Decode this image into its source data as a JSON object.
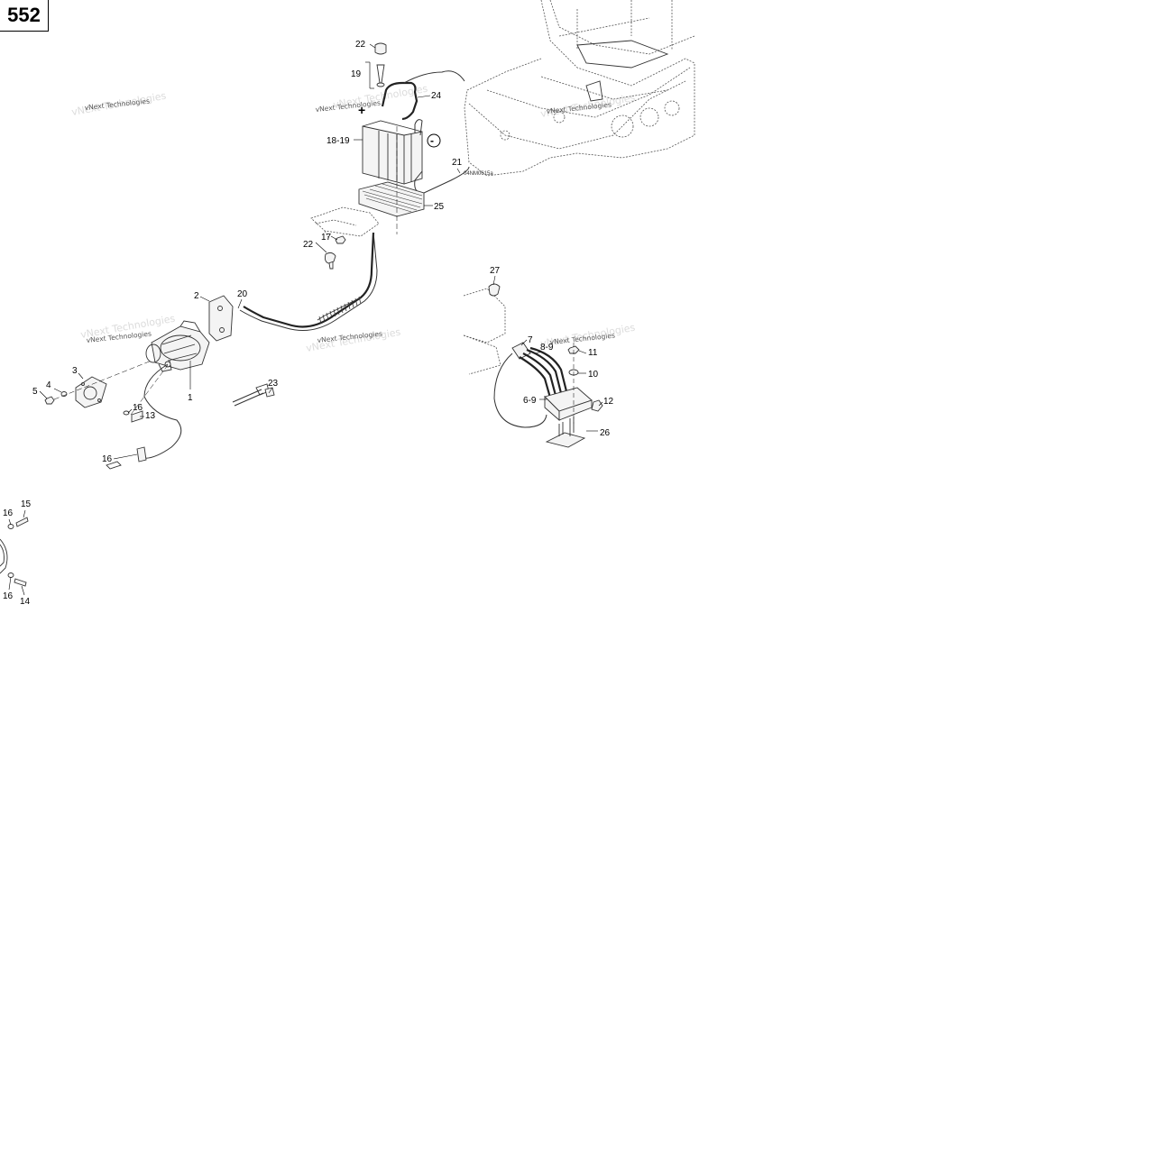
{
  "page_number": "552",
  "figure_code": "04NM0615a",
  "watermark_text": "vNext Technologies",
  "terminal_symbols": {
    "positive": "+",
    "negative": "-"
  },
  "callouts": [
    {
      "id": "c22a",
      "label": "22"
    },
    {
      "id": "c19",
      "label": "19"
    },
    {
      "id": "c24",
      "label": "24"
    },
    {
      "id": "c18-19",
      "label": "18-19"
    },
    {
      "id": "c21",
      "label": "21"
    },
    {
      "id": "c25",
      "label": "25"
    },
    {
      "id": "c17",
      "label": "17"
    },
    {
      "id": "c22b",
      "label": "22"
    },
    {
      "id": "c2",
      "label": "2"
    },
    {
      "id": "c20",
      "label": "20"
    },
    {
      "id": "c3",
      "label": "3"
    },
    {
      "id": "c4",
      "label": "4"
    },
    {
      "id": "c5",
      "label": "5"
    },
    {
      "id": "c1",
      "label": "1"
    },
    {
      "id": "c16a",
      "label": "16"
    },
    {
      "id": "c13",
      "label": "13"
    },
    {
      "id": "c23",
      "label": "23"
    },
    {
      "id": "c16b",
      "label": "16"
    },
    {
      "id": "c15",
      "label": "15"
    },
    {
      "id": "c16c",
      "label": "16"
    },
    {
      "id": "c16d",
      "label": "16"
    },
    {
      "id": "c14",
      "label": "14"
    },
    {
      "id": "c27",
      "label": "27"
    },
    {
      "id": "c7",
      "label": "7"
    },
    {
      "id": "c8-9",
      "label": "8-9"
    },
    {
      "id": "c11",
      "label": "11"
    },
    {
      "id": "c10",
      "label": "10"
    },
    {
      "id": "c6-9",
      "label": "6-9"
    },
    {
      "id": "c12",
      "label": "12"
    },
    {
      "id": "c26",
      "label": "26"
    }
  ]
}
